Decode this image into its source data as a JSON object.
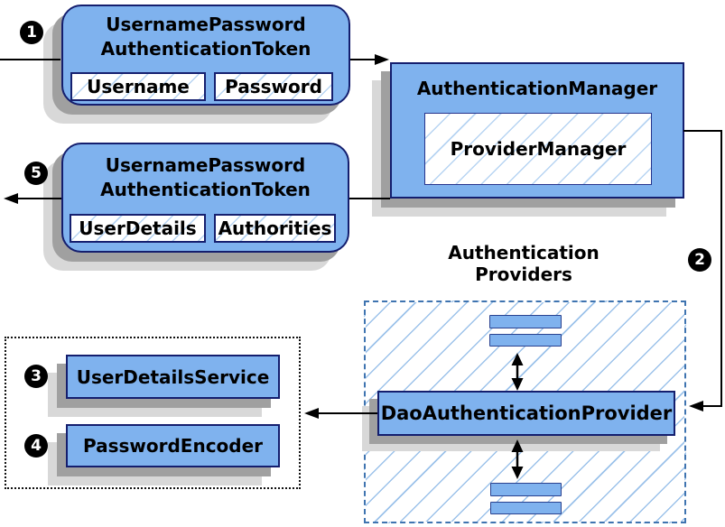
{
  "badges": {
    "step1": "1",
    "step2": "2",
    "step3": "3",
    "step4": "4",
    "step5": "5"
  },
  "request_token": {
    "title": [
      "UsernamePassword",
      "AuthenticationToken"
    ],
    "fields": [
      "Username",
      "Password"
    ]
  },
  "authentication_manager": {
    "title": "AuthenticationManager",
    "inner": "ProviderManager"
  },
  "result_token": {
    "title": [
      "UsernamePassword",
      "AuthenticationToken"
    ],
    "fields": [
      "UserDetails",
      "Authorities"
    ]
  },
  "providers_group": {
    "heading": [
      "Authentication",
      "Providers"
    ],
    "provider": "DaoAuthenticationProvider"
  },
  "services": {
    "user_details_service": "UserDetailsService",
    "password_encoder": "PasswordEncoder"
  },
  "colors": {
    "box_fill": "#7fb2ee",
    "box_border": "#141e6e",
    "hatch_line": "#9cc2ea",
    "dashed_border": "#3f74b0",
    "dotted_border": "#111111",
    "shadow_dark": "#a0a0a0",
    "shadow_light": "#d8d8d8",
    "connector": "#000000"
  }
}
